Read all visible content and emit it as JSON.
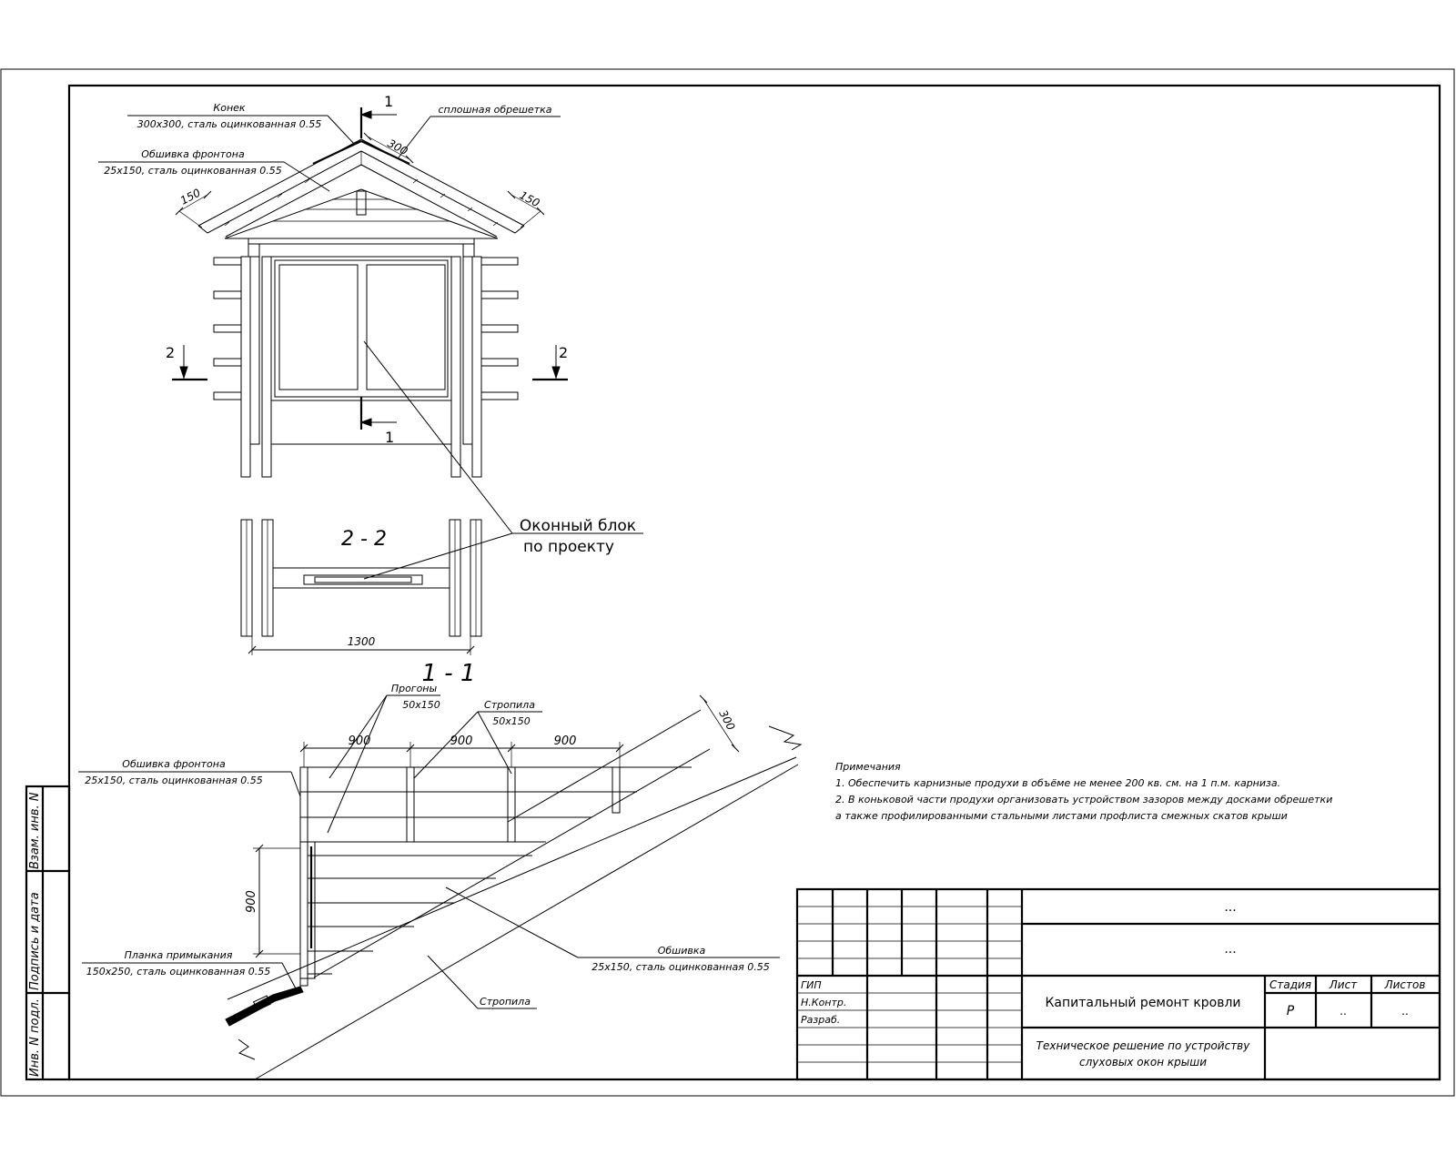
{
  "labels": {
    "konek_title": "Конек",
    "konek_spec": "300х300, сталь оцинкованная 0.55",
    "gable_title": "Обшивка фронтона",
    "gable_spec": "25х150, сталь оцинкованная 0.55",
    "lathing": "сплошная обрешетка",
    "dim_300": "300",
    "dim_150_left": "150",
    "dim_150_right": "150",
    "sec1_top": "1",
    "sec1_bottom": "1",
    "sec2_left": "2",
    "sec2_right": "2",
    "window_line1": "Оконный блок",
    "window_line2": "по проекту",
    "section_22": "2 - 2",
    "dim_1300": "1300",
    "section_11": "1 - 1",
    "purlins_title": "Прогоны",
    "purlins_spec": "50х150",
    "rafter_title": "Стропила",
    "rafter_spec": "50х150",
    "dim_900_a": "900",
    "dim_900_b": "900",
    "dim_900_c": "900",
    "dim_300_b": "300",
    "gable2_title": "Обшивка фронтона",
    "gable2_spec": "25х150, сталь оцинкованная 0.55",
    "dim_900_v": "900",
    "flash_title": "Планка примыкания",
    "flash_spec": "150х250, сталь оцинкованная 0.55",
    "sheath_title": "Обшивка",
    "sheath_spec": "25х150, сталь оцинкованная 0.55",
    "rafter2": "Стропила"
  },
  "notes": {
    "title": "Примечания",
    "n1": "1. Обеспечить карнизные продухи в объёме не менее 200 кв. см. на 1 п.м. карниза.",
    "n2": "2. В коньковой части продухи организовать устройством зазоров между досками обрешетки",
    "n3": "а также профилированными стальными листами профлиста смежных скатов крыши"
  },
  "title_block": {
    "dots1": "...",
    "dots2": "...",
    "role_gip": "ГИП",
    "role_nkontr": "Н.Контр.",
    "role_razrab": "Разраб.",
    "project": "Капитальный ремонт кровли",
    "stage_h": "Стадия",
    "sheet_h": "Лист",
    "sheets_h": "Листов",
    "stage_v": "Р",
    "sheet_v": "..",
    "sheets_v": "..",
    "desc1": "Техническое решение по устройству",
    "desc2": "слуховых окон крыши"
  },
  "side_stamp": {
    "inv_podl": "Инв. N подл.",
    "sign_date": "Подпись и дата",
    "vzam": "Взам. инв. N"
  }
}
